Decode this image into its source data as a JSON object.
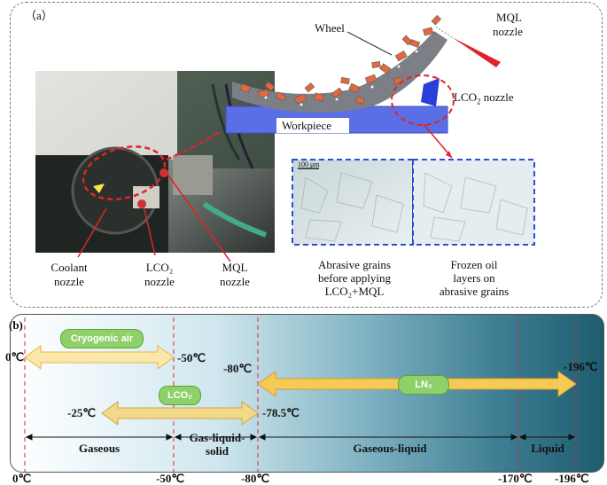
{
  "panel_a": {
    "tag": "（a）",
    "wheel_label": "Wheel",
    "mql_nozzle_top": [
      "MQL",
      "nozzle"
    ],
    "lco2_nozzle_label": "LCO",
    "lco2_nozzle_sub": "2",
    "lco2_nozzle_tail": " nozzle",
    "workpiece_label": "Workpiece",
    "scale_label": "100 μm",
    "bottom_labels": {
      "coolant": [
        "Coolant",
        "nozzle"
      ],
      "lco2": [
        "LCO₂",
        "nozzle"
      ],
      "mql": [
        "MQL",
        "nozzle"
      ],
      "abrasive_before": [
        "Abrasive grains",
        "before applying",
        "LCO₂+MQL"
      ],
      "frozen": [
        "Frozen oil",
        "layers on",
        "abrasive grains"
      ]
    }
  },
  "panel_b": {
    "tag": "(b)",
    "cryogenic_air": {
      "name": "Cryogenic air",
      "left": "0℃",
      "right": "-50℃"
    },
    "ln2": {
      "name": "LN₂",
      "left": "-80℃",
      "right": "-196℃"
    },
    "lco2": {
      "name": "LCO₂",
      "left": "-25℃",
      "right": "-78.5℃"
    },
    "phases": [
      "Gaseous",
      "Gas-liquid-solid",
      "Gaseous-liquid",
      "Liquid"
    ],
    "phase_gls": [
      "Gas-liquid-",
      "solid"
    ],
    "axis_ticks": [
      "0℃",
      "-50℃",
      "-80℃",
      "-170℃",
      "-196℃"
    ]
  },
  "colors": {
    "arrow_fill": "#fbe7a8",
    "arrow_stroke": "#e0b84a",
    "pill": "#8fd06a",
    "grit": "#e2693e",
    "red_dash": "#e0232a",
    "blue_dash": "#2a4fd8"
  }
}
